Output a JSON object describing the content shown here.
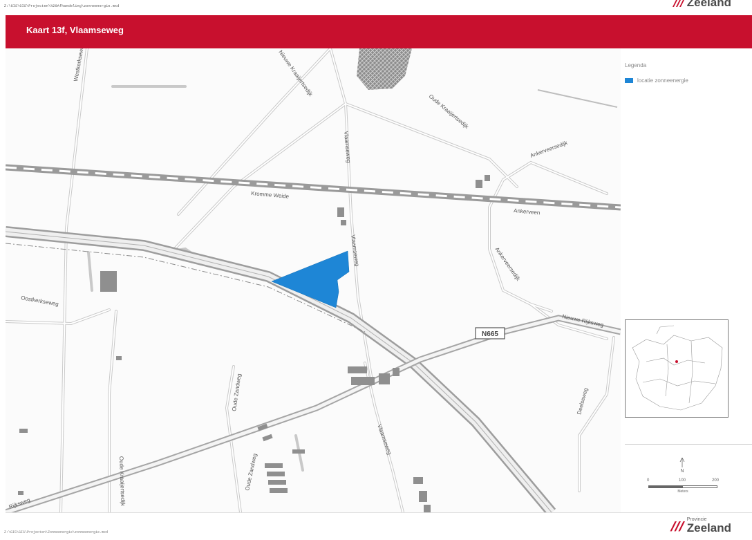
{
  "page": {
    "title": "Kaart 13f, Vlaamseweg",
    "top_path": "Z:\\GIS\\GIS\\Projecten\\%20Afhandeling\\zonneenergie.mxd",
    "bottom_path": "Z:\\GIS\\GIS\\Projecten\\Zonneenergie\\zonneenergie.mxd"
  },
  "logo": {
    "province": "Provincie",
    "name": "Zeeland",
    "top_name": "Zeeland",
    "color": "#c8102e"
  },
  "header": {
    "color": "#c8102e"
  },
  "legend": {
    "title": "Legenda",
    "items": [
      {
        "label": "locatie zonneenergie",
        "color": "#1e86d6"
      }
    ]
  },
  "map": {
    "road_labels": {
      "westkerkseweg_top": "Westkerkseweg",
      "nieuwe_kraaijertsedijk": "Nieuwe Kraaijertsedijk",
      "oude_kraaijertsedijk_top": "Oude Kraaijertsedijk",
      "vlaamseweg_north": "Vlaamseweg",
      "ankerveersedijk_ne": "Ankerveersedijk",
      "kromme_weide": "Kromme Weide",
      "ankerveen": "Ankerveen",
      "vlaamseweg_mid": "Vlaamseweg",
      "ankerveersedijk_e": "Ankerveersedijk",
      "oostkerkseweg": "Oostkerkseweg",
      "nieuwe_rijksweg": "Nieuwe Rijksweg",
      "oude_zandweg_1": "Oude Zandweg",
      "oude_zandweg_2": "Oude Zandweg",
      "oude_kraaijertsedijk_bottom": "Oude Kraaijertsedijk",
      "vlaamseweg_south": "Vlaamseweg",
      "deelseweg": "Deelseweg",
      "rijksweg_sw": "Rijksweg"
    },
    "highway_shield": "N665"
  },
  "scalebar": {
    "labels": [
      "0",
      "100",
      "200"
    ],
    "unit": "Meters"
  },
  "north_label": "N"
}
